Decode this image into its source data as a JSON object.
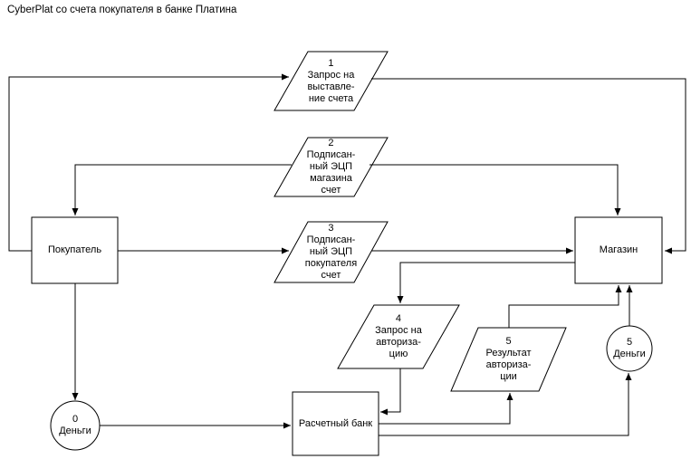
{
  "title": "CyberPlat со счета покупателя в банке Платина",
  "colors": {
    "line": "#000000",
    "background": "#ffffff",
    "text": "#000000"
  },
  "diagram": {
    "nodes": {
      "buyer": "Покупатель",
      "shop": "Магазин",
      "settlement_bank": "Расчетный банк",
      "doc1": "1\nЗапрос на\nвыставле-\nние счета",
      "doc2": "2\nПодписан-\nный ЭЦП\nмагазина\nсчет",
      "doc3": "3\nПодписан-\nный ЭЦП\nпокупателя\nсчет",
      "doc4": "4\nЗапрос на\nавториза-\nцию",
      "doc5": "5\nРезультат\nавториза-\nции",
      "money0": "0\nДеньги",
      "money5": "5\nДеньги"
    }
  }
}
